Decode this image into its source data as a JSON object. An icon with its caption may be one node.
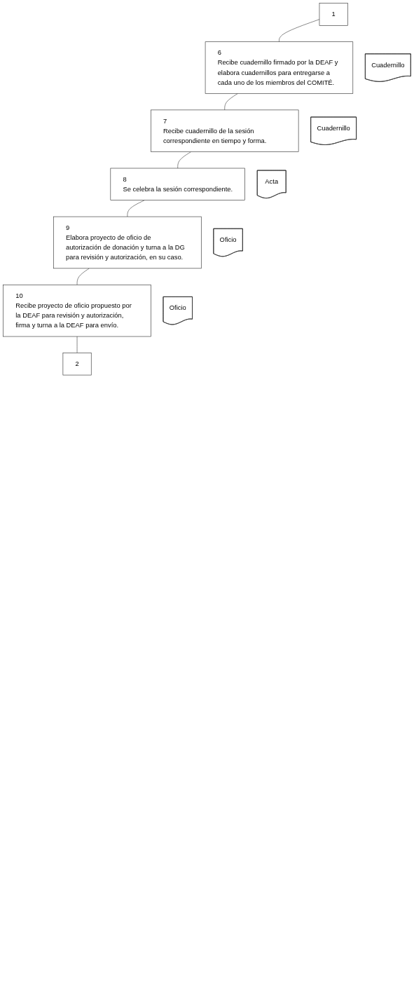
{
  "diagram": {
    "nodes": [
      {
        "text": [
          "1"
        ]
      },
      {
        "text": [
          "6",
          "Recibe cuadernillo firmado por la DEAF y elabora cuadernillos para entregarse a cada uno de los miembros del COMITÉ."
        ]
      },
      {
        "text": [
          "Cuadernillo"
        ]
      },
      {
        "text": [
          "7",
          "Recibe cuadernillo de la sesión correspondiente en tiempo y forma."
        ]
      },
      {
        "text": [
          "Cuadernillo"
        ]
      },
      {
        "text": [
          "8",
          "Se celebra la sesión correspondiente."
        ]
      },
      {
        "text": [
          "Acta"
        ]
      },
      {
        "text": [
          "9",
          "Elabora proyecto de oficio de autorización de donación y turna a la DG para revisión y autorización, en su caso."
        ]
      },
      {
        "text": [
          "Oficio"
        ]
      },
      {
        "text": [
          "10",
          "Recibe proyecto de oficio propuesto por la DEAF para revisión y autorización, firma y turna a la DEAF para envío."
        ]
      },
      {
        "text": [
          "Oficio"
        ]
      },
      {
        "text": [
          "2"
        ]
      }
    ],
    "edges": [
      {
        "from": 0,
        "to": 1,
        "arrow": "none"
      },
      {
        "from": 1,
        "to": 3,
        "arrow": "none"
      },
      {
        "from": 3,
        "to": 5,
        "arrow": "none"
      },
      {
        "from": 5,
        "to": 7,
        "arrow": "none"
      },
      {
        "from": 7,
        "to": 9,
        "arrow": "none"
      },
      {
        "from": 9,
        "to": 11,
        "arrow": "none"
      }
    ]
  }
}
